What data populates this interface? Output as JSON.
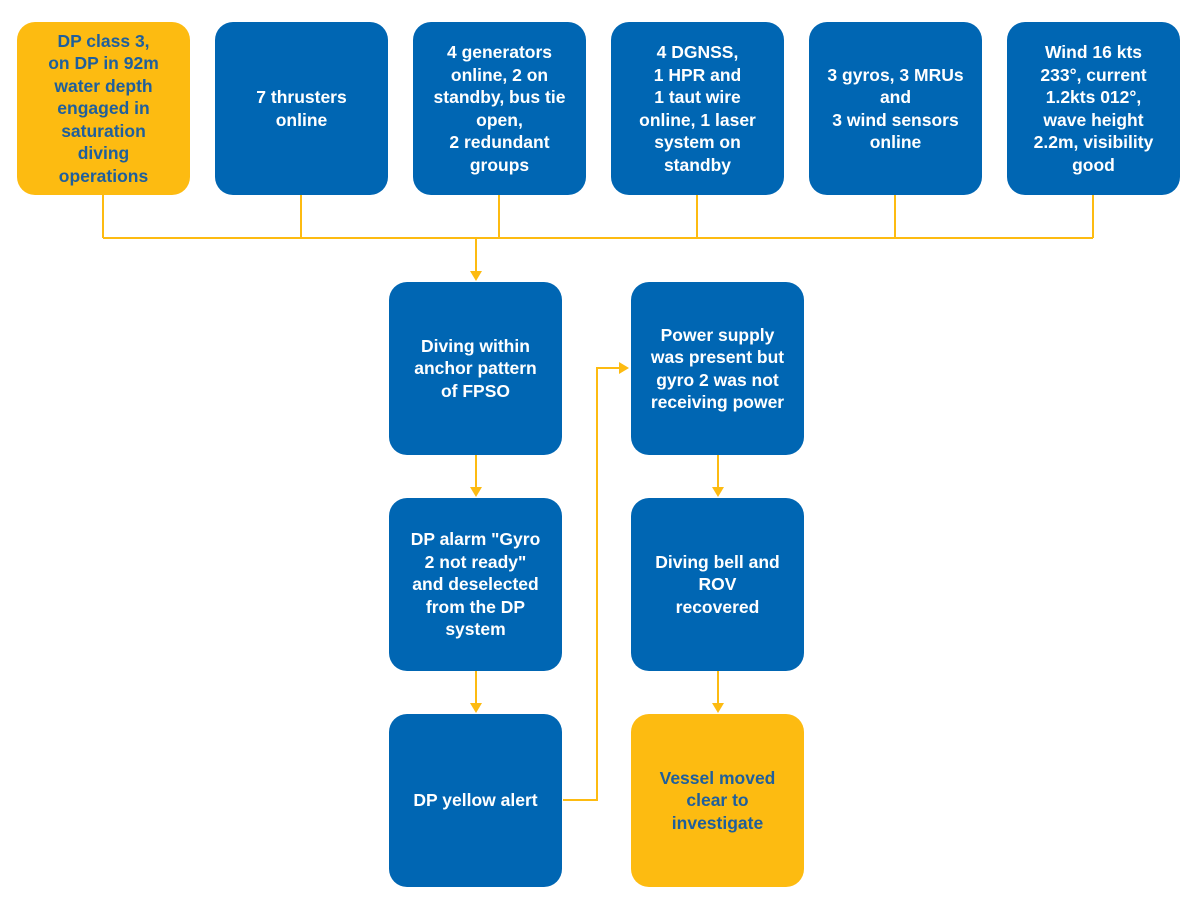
{
  "colors": {
    "box_blue": "#0066b3",
    "box_yellow": "#fdbb11",
    "connector": "#fdbb11",
    "yellow_text": "#1f5f9c"
  },
  "top_row": [
    {
      "id": "dp-class",
      "text": "DP class 3,\non DP in 92m\nwater depth\nengaged in\nsaturation\ndiving\noperations",
      "style": "yellow"
    },
    {
      "id": "thrusters",
      "text": "7 thrusters\nonline",
      "style": "blue"
    },
    {
      "id": "generators",
      "text": "4 generators\nonline, 2 on\nstandby, bus tie\nopen,\n2 redundant\ngroups",
      "style": "blue"
    },
    {
      "id": "reference-systems",
      "text": "4 DGNSS,\n1 HPR and\n1 taut wire\nonline, 1 laser\nsystem on\nstandby",
      "style": "blue"
    },
    {
      "id": "sensors",
      "text": "3 gyros, 3 MRUs\nand\n3 wind sensors\nonline",
      "style": "blue"
    },
    {
      "id": "environment",
      "text": "Wind 16 kts\n233°, current\n1.2kts 012°,\nwave height\n2.2m, visibility\ngood",
      "style": "blue"
    }
  ],
  "left_column": [
    {
      "id": "diving-within",
      "text": "Diving within\nanchor pattern\nof FPSO",
      "style": "blue"
    },
    {
      "id": "dp-alarm",
      "text": "DP alarm \"Gyro\n2 not ready\"\nand deselected\nfrom the DP\nsystem",
      "style": "blue"
    },
    {
      "id": "yellow-alert",
      "text": "DP yellow alert",
      "style": "blue"
    }
  ],
  "right_column": [
    {
      "id": "power-supply",
      "text": "Power supply\nwas present but\ngyro 2 was not\nreceiving power",
      "style": "blue"
    },
    {
      "id": "bell-recovered",
      "text": "Diving bell and\nROV\nrecovered",
      "style": "blue"
    },
    {
      "id": "vessel-moved",
      "text": "Vessel moved\nclear to\ninvestigate",
      "style": "yellow"
    }
  ]
}
